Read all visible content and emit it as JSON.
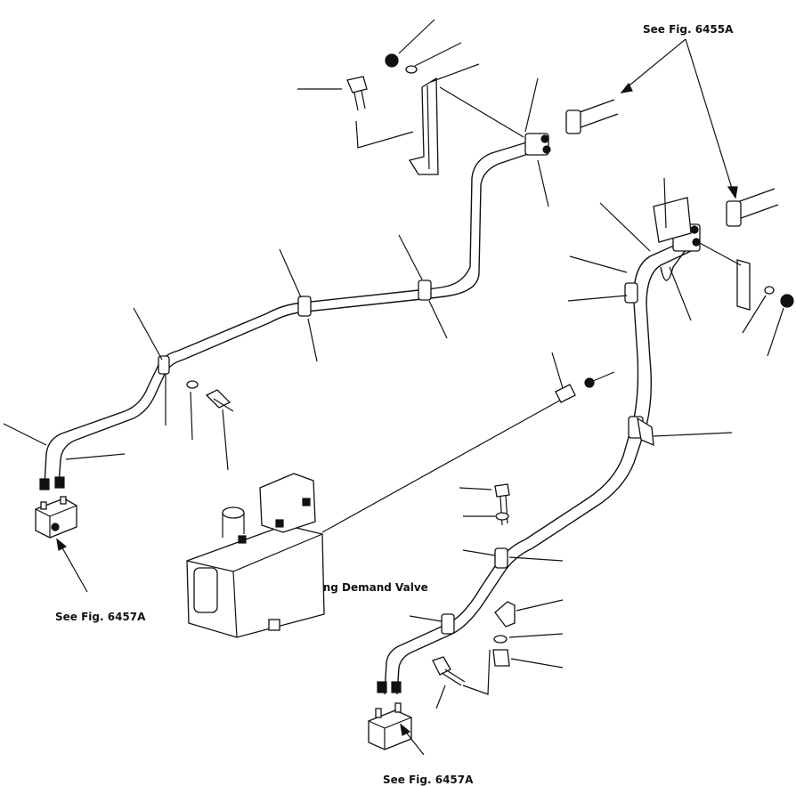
{
  "labels": {
    "top_right_ref": "See Fig. 6455A",
    "left_ref": "See Fig. 6457A",
    "bottom_ref": "See Fig. 6457A",
    "valve_name": "Steering Demand Valve"
  }
}
